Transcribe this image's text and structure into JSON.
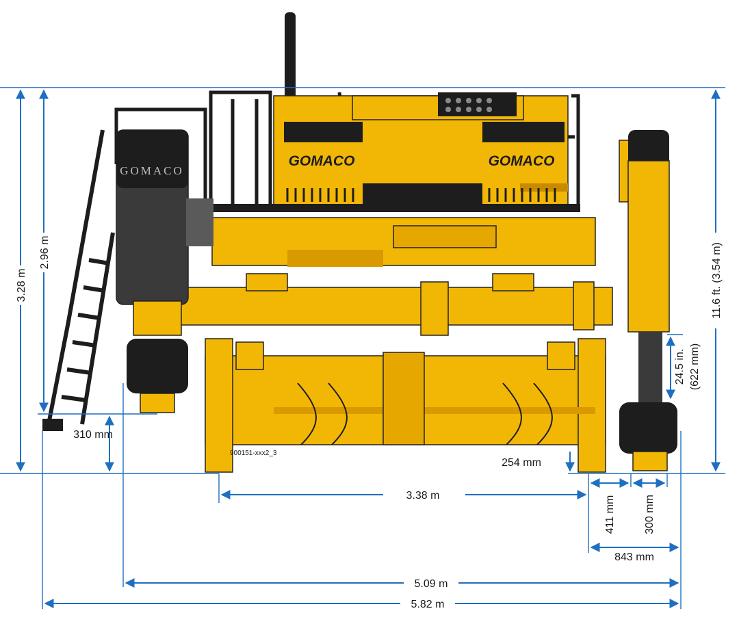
{
  "machine": {
    "brand_left": "GOMACO",
    "brand_right": "GOMACO",
    "drum_label": "GOMACO",
    "drawing_id": "900151-xxx2_3"
  },
  "dimensions": {
    "height_total": "3.28 m",
    "height_deck": "2.96 m",
    "height_right": "11.6 ft. (3.54 m)",
    "track_lift_line1": "24.5 in.",
    "track_lift_line2": "(622 mm)",
    "ground_left": "310 mm",
    "ground_right": "254 mm",
    "mold_width": "3.38 m",
    "offset_a": "411 mm",
    "offset_b": "300 mm",
    "offset_total": "843 mm",
    "track_span": "5.09 m",
    "overall_width": "5.82 m"
  },
  "colors": {
    "dimension": "#1f6fc0",
    "machine_yellow": "#f2b705",
    "track_black": "#1d1d1d"
  }
}
